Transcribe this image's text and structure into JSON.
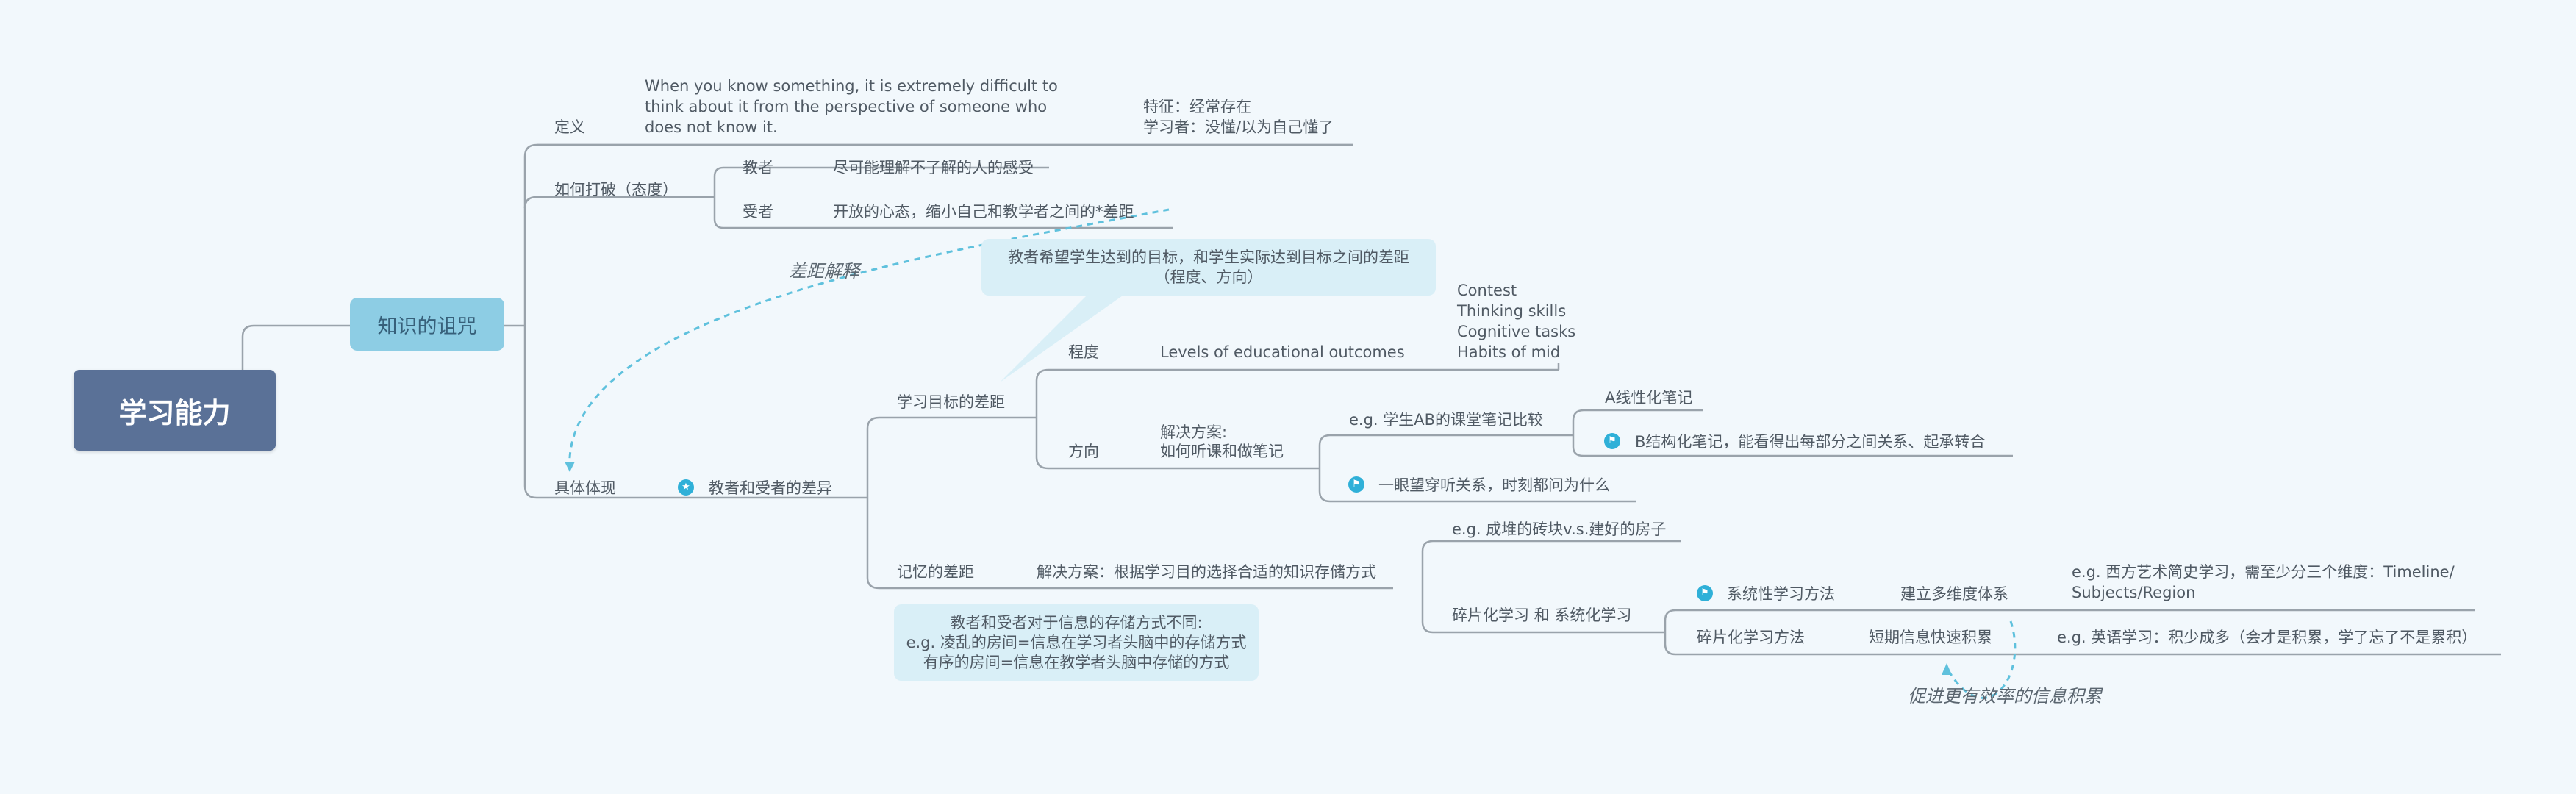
{
  "mindmap": {
    "root": "学习能力",
    "main_topic": "知识的诅咒",
    "definition": {
      "label": "定义",
      "text": "When you know something, it is extremely difficult to think about it from the perspective of someone who does not know it.",
      "feature_1": "特征：经常存在",
      "feature_2": "学习者：没懂/以为自己懂了"
    },
    "break": {
      "label": "如何打破（态度）",
      "teacher_label": "教者",
      "teacher_text": "尽可能理解不了解的人的感受",
      "learner_label": "受者",
      "learner_text": "开放的心态，缩小自己和教学者之间的*差距"
    },
    "relationship_label": "差距解释",
    "callout_gap": "教者希望学生达到的目标，和学生实际达到目标之间的差距（程度、方向）",
    "manifest": {
      "label": "具体体现",
      "diff_label": "教者和受者的差异",
      "goal_gap": {
        "label": "学习目标的差距",
        "degree_label": "程度",
        "degree_text": "Levels of educational outcomes",
        "outcomes": [
          "Contest",
          "Thinking skills",
          "Cognitive tasks",
          "Habits of mid"
        ],
        "direction_label": "方向",
        "solution_line1": "解决方案:",
        "solution_line2": "如何听课和做笔记",
        "example_compare": "e.g. 学生AB的课堂笔记比较",
        "note_a": "A线性化笔记",
        "note_b": "B结构化笔记，能看得出每部分之间关系、起承转合",
        "glance": "一眼望穿听关系，时刻都问为什么"
      },
      "memory_gap": {
        "label": "记忆的差距",
        "solution": "解决方案：根据学习目的选择合适的知识存储方式",
        "example_bricks": "e.g. 成堆的砖块v.s.建好的房子",
        "frag_vs_sys": "碎片化学习 和 系统化学习",
        "sys_method": "系统性学习方法",
        "sys_build": "建立多维度体系",
        "sys_example": "e.g. 西方艺术简史学习，需至少分三个维度：Timeline/ Subjects/Region",
        "frag_method": "碎片化学习方法",
        "frag_build": "短期信息快速积累",
        "frag_example": "e.g. 英语学习：积少成多（会才是积累，学了忘了不是累积）",
        "frag_note": "促进更有效率的信息积累"
      },
      "callout_memory": {
        "line1": "教者和受者对于信息的存储方式不同:",
        "line2": "e.g. 凌乱的房间=信息在学习者头脑中的存储方式",
        "line3": "有序的房间=信息在教学者头脑中存储的方式"
      }
    },
    "marker_icons": {
      "star": "star-marker-icon",
      "flag": "flag-marker-icon"
    },
    "colors": {
      "background": "#f2f8fc",
      "root": "#5a7197",
      "main_topic": "#8dcde4",
      "callout": "#d9eff7",
      "line": "#9aa3ab",
      "dashed": "#5fc1dd",
      "marker": "#2fb0d8"
    }
  }
}
